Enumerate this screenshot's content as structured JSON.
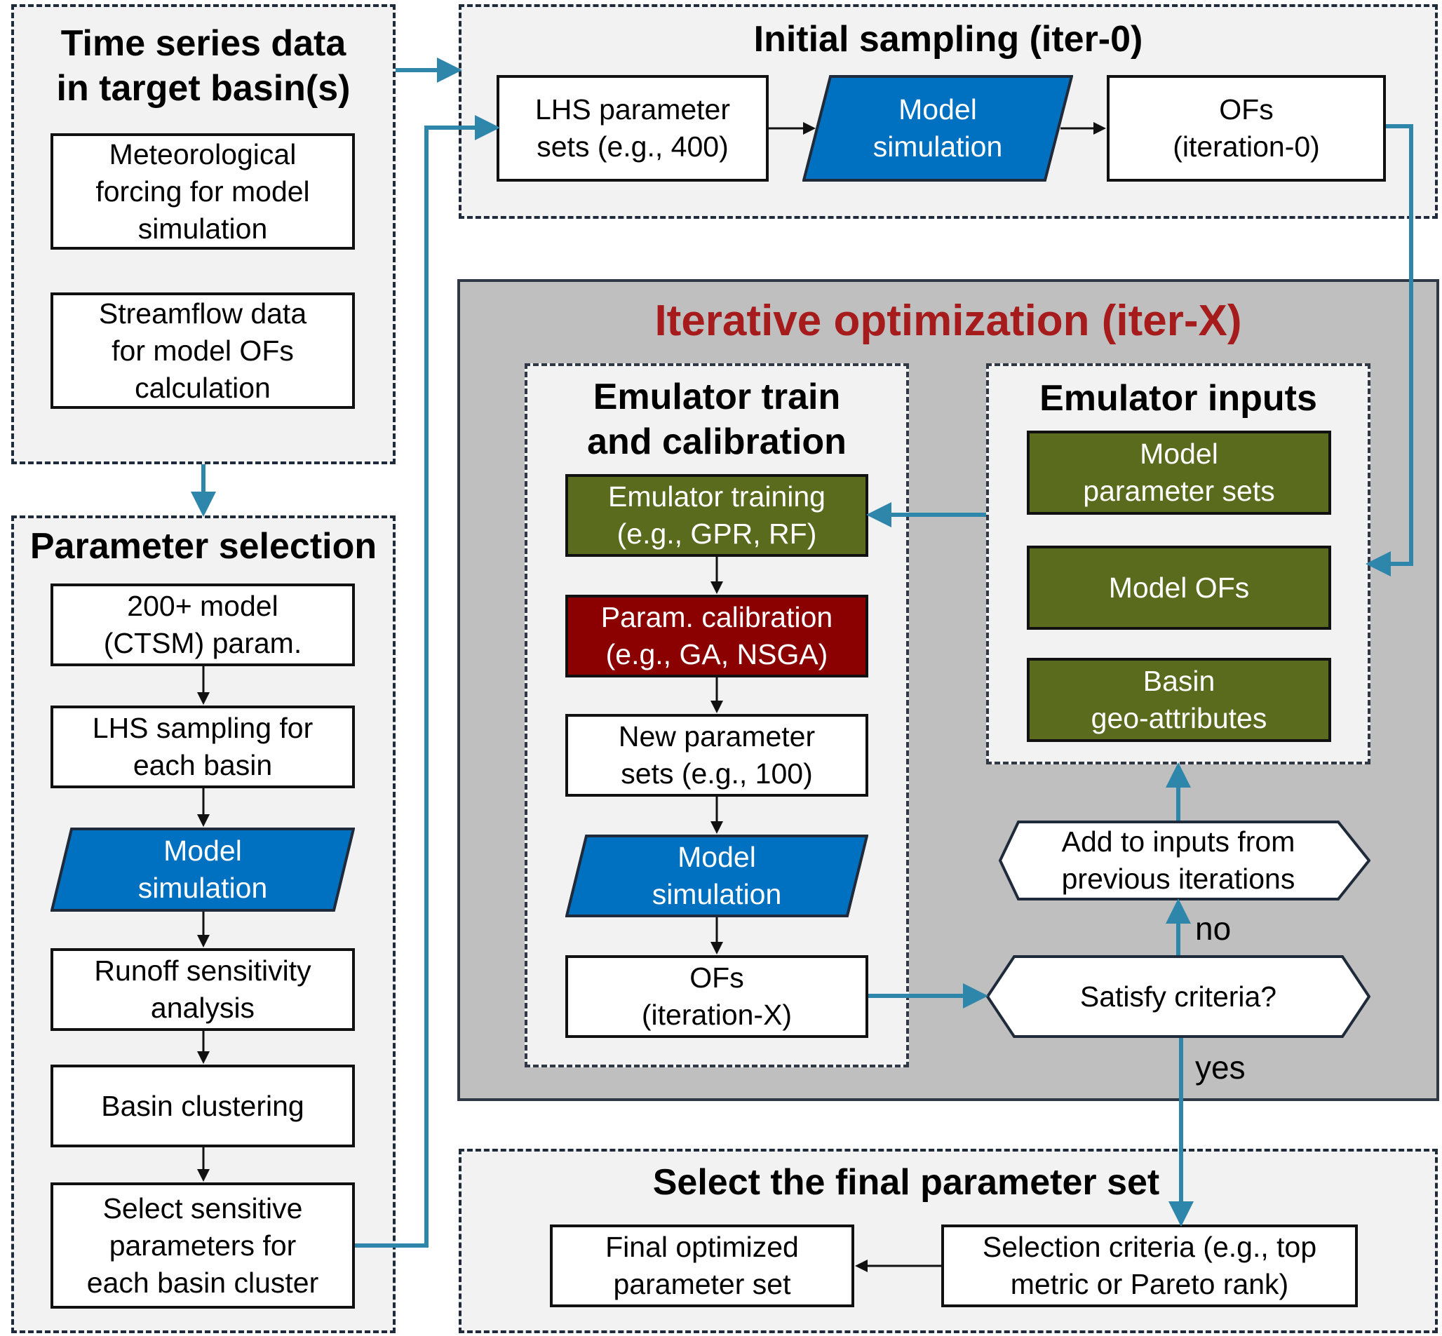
{
  "colors": {
    "model_blue": "#0070c0",
    "green": "#5a6b1e",
    "dark_red": "#8b0000",
    "title_red": "#a61c1c",
    "arrow_blue": "#2e86ab"
  },
  "time_series": {
    "title": "Time series data\nin target basin(s)",
    "met_forcing": "Meteorological\nforcing for model\nsimulation",
    "streamflow": "Streamflow data\nfor model OFs\ncalculation"
  },
  "param_selection": {
    "title": "Parameter selection",
    "model_params": "200+ model\n(CTSM) param.",
    "lhs_sampling": "LHS sampling for\neach basin",
    "model_sim": "Model\nsimulation",
    "runoff": "Runoff sensitivity\nanalysis",
    "clustering": "Basin clustering",
    "select_sensitive": "Select sensitive\nparameters for\neach basin cluster"
  },
  "initial_sampling": {
    "title": "Initial sampling (iter-0)",
    "lhs_sets": "LHS parameter\nsets (e.g., 400)",
    "model_sim": "Model\nsimulation",
    "ofs": "OFs\n(iteration-0)"
  },
  "iterative": {
    "title": "Iterative optimization (iter-X)",
    "emulator_train": {
      "title": "Emulator train\nand calibration",
      "training": "Emulator training\n(e.g., GPR, RF)",
      "calibration": "Param. calibration\n(e.g., GA, NSGA)",
      "new_sets": "New parameter\nsets (e.g., 100)",
      "model_sim": "Model\nsimulation",
      "ofs": "OFs\n(iteration-X)"
    },
    "emulator_inputs": {
      "title": "Emulator inputs",
      "param_sets": "Model\nparameter sets",
      "model_ofs": "Model OFs",
      "geo": "Basin\ngeo-attributes"
    },
    "add_inputs": "Add to inputs from\nprevious iterations",
    "criteria": "Satisfy criteria?",
    "no_label": "no",
    "yes_label": "yes"
  },
  "final": {
    "title": "Select the final parameter set",
    "optimized": "Final optimized\nparameter set",
    "selection_criteria": "Selection criteria (e.g., top\nmetric or Pareto rank)"
  }
}
